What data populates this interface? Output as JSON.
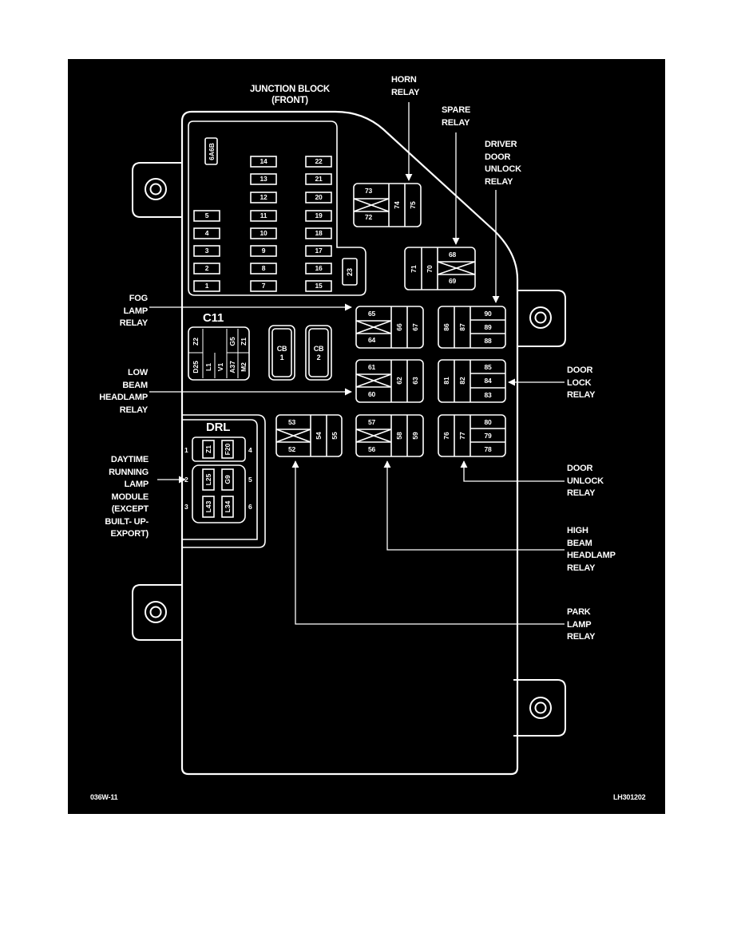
{
  "diagram": {
    "title": "JUNCTION BLOCK\n(FRONT)",
    "figure_id": "036W-11",
    "figure_ref": "LH301202",
    "colors": {
      "background": "#000000",
      "line": "#ffffff"
    }
  },
  "labels": {
    "horn": "HORN\nRELAY",
    "spare": "SPARE\nRELAY",
    "driver_door_unlock": "DRIVER\nDOOR\nUNLOCK\nRELAY",
    "fog": "FOG\nLAMP\nRELAY",
    "low_beam": "LOW\nBEAM\nHEADLAMP\nRELAY",
    "door_lock": "DOOR\nLOCK\nRELAY",
    "drl_module": "DAYTIME\nRUNNING\nLAMP\nMODULE\n(EXCEPT\nBUILT- UP-\nEXPORT)",
    "door_unlock": "DOOR\nUNLOCK\nRELAY",
    "high_beam": "HIGH\nBEAM\nHEADLAMP\nRELAY",
    "park": "PARK\nLAMP\nRELAY"
  },
  "fuses": {
    "col1": [
      "5",
      "4",
      "3",
      "2",
      "1"
    ],
    "col2": [
      "14",
      "13",
      "12",
      "11",
      "10",
      "9",
      "8",
      "7"
    ],
    "col3": [
      "22",
      "21",
      "20",
      "19",
      "18",
      "17",
      "16",
      "15"
    ],
    "extra": "23",
    "rotated": "6A6B"
  },
  "connector": {
    "name": "C11",
    "top": [
      "Z2",
      "G5",
      "Z1"
    ],
    "bottom": [
      "D25",
      "L1",
      "V1",
      "A37",
      "M2"
    ]
  },
  "breakers": [
    {
      "id": "cb1",
      "label": "CB\n1"
    },
    {
      "id": "cb2",
      "label": "CB\n2"
    }
  ],
  "drl": {
    "name": "DRL",
    "pin_nums": [
      "1",
      "2",
      "3",
      "4",
      "5",
      "6"
    ],
    "pins": [
      "Z1",
      "F20",
      "L25",
      "G9",
      "L43",
      "L34"
    ]
  },
  "relays": {
    "horn": {
      "top": "73",
      "bottom": "72",
      "mid": "74",
      "right": "75"
    },
    "spare": {
      "left": "71",
      "mid": "70",
      "top": "68",
      "bottom": "69"
    },
    "fog": {
      "top": "65",
      "bottom": "64",
      "mid": "66",
      "right": "67"
    },
    "driver_door_unlock": {
      "left": "86",
      "mid": "87",
      "r1": "90",
      "r2": "89",
      "r3": "88"
    },
    "low_beam": {
      "top": "61",
      "bottom": "60",
      "mid": "62",
      "right": "63"
    },
    "door_lock": {
      "left": "81",
      "mid": "82",
      "r1": "85",
      "r2": "84",
      "r3": "83"
    },
    "park": {
      "top": "53",
      "bottom": "52",
      "mid": "54",
      "right": "55"
    },
    "high_beam": {
      "top": "57",
      "bottom": "56",
      "mid": "58",
      "right": "59"
    },
    "door_unlock": {
      "left": "76",
      "mid": "77",
      "r1": "80",
      "r2": "79",
      "r3": "78"
    }
  }
}
